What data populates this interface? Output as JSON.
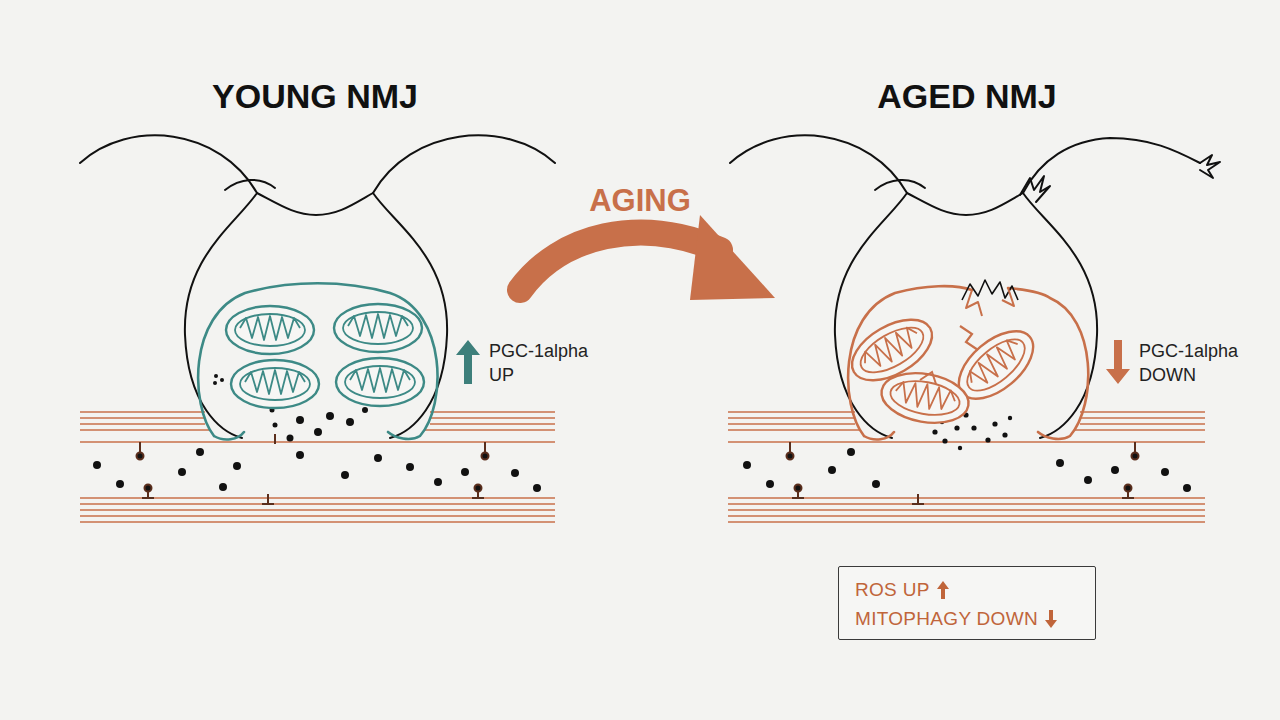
{
  "diagram": {
    "nodes": [
      {
        "text": [
          "ROS UP",
          "MITOPHAGY DOWN"
        ]
      }
    ],
    "labels": [
      "YOUNG NMJ",
      "AGED NMJ",
      "AGING",
      "PGC-1alpha UP",
      "PGC-1alpha DOWN"
    ]
  }
}
